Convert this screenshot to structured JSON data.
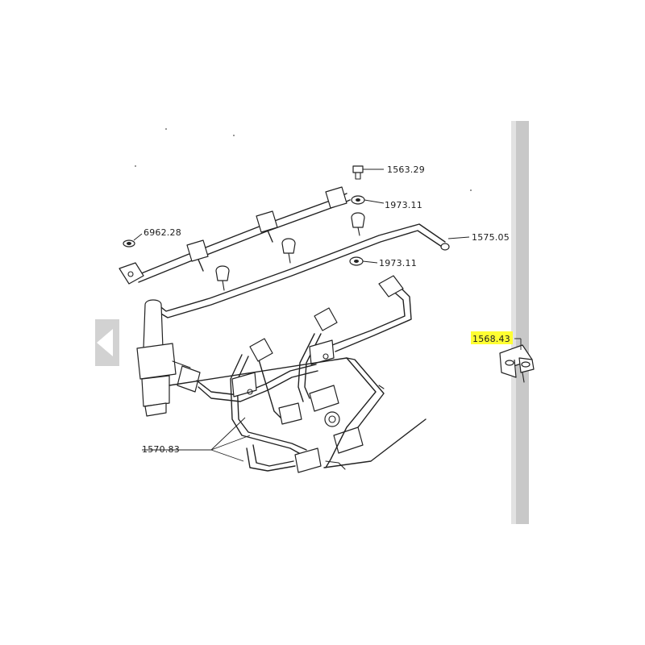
{
  "labels": {
    "p1563_29": "1563.29",
    "p1973_11_top": "1973.11",
    "p1575_05": "1575.05",
    "p6962_28": "6962.28",
    "p1973_11_bottom": "1973.11",
    "p1568_43": "1568.43",
    "p1570_83": "1570.83"
  },
  "colors": {
    "highlight": "#ffff33",
    "line": "#222222",
    "side_bar": "#c8c8c8",
    "nav_arrow": "#d2d2d2"
  }
}
